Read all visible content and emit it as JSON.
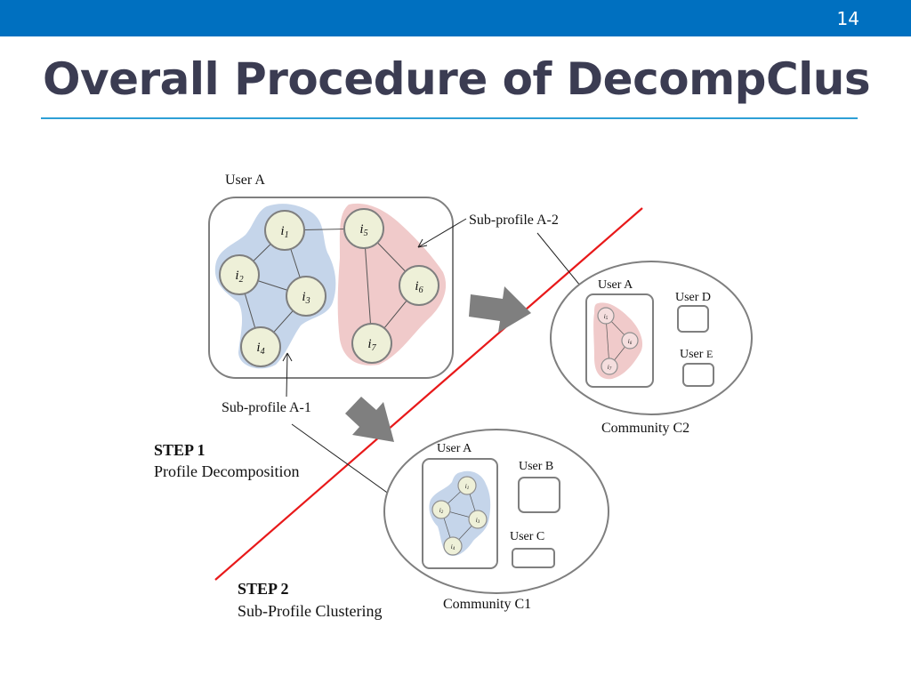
{
  "slide_number": "14",
  "title": "Overall Procedure of DecompClus",
  "diagram": {
    "user_a_label": "User A",
    "items": {
      "i1": {
        "base": "i",
        "sub": "1"
      },
      "i2": {
        "base": "i",
        "sub": "2"
      },
      "i3": {
        "base": "i",
        "sub": "3"
      },
      "i4": {
        "base": "i",
        "sub": "4"
      },
      "i5": {
        "base": "i",
        "sub": "5"
      },
      "i6": {
        "base": "i",
        "sub": "6"
      },
      "i7": {
        "base": "i",
        "sub": "7"
      }
    },
    "sub_profile_a1": "Sub-profile A-1",
    "sub_profile_a2": "Sub-profile A-2",
    "step1": {
      "label": "STEP 1",
      "name": "Profile Decomposition"
    },
    "step2": {
      "label": "STEP 2",
      "name": "Sub-Profile Clustering"
    },
    "community_c1": {
      "label": "Community C1",
      "user_a": "User A",
      "user_b": "User B",
      "user_c": "User C"
    },
    "community_c2": {
      "label": "Community C2",
      "user_a": "User A",
      "user_d": "User D",
      "user_e_prefix": "User ",
      "user_e_letter": "E"
    },
    "colors": {
      "header_bar": "#0070c0",
      "title_text": "#3b3c52",
      "title_rule": "#2e9fd6",
      "blue_region": "#c5d5ea",
      "pink_region": "#f0caca",
      "node_fill": "#eef0d8",
      "divider_line": "#e8191a",
      "arrow": "#7f7f7f"
    }
  }
}
